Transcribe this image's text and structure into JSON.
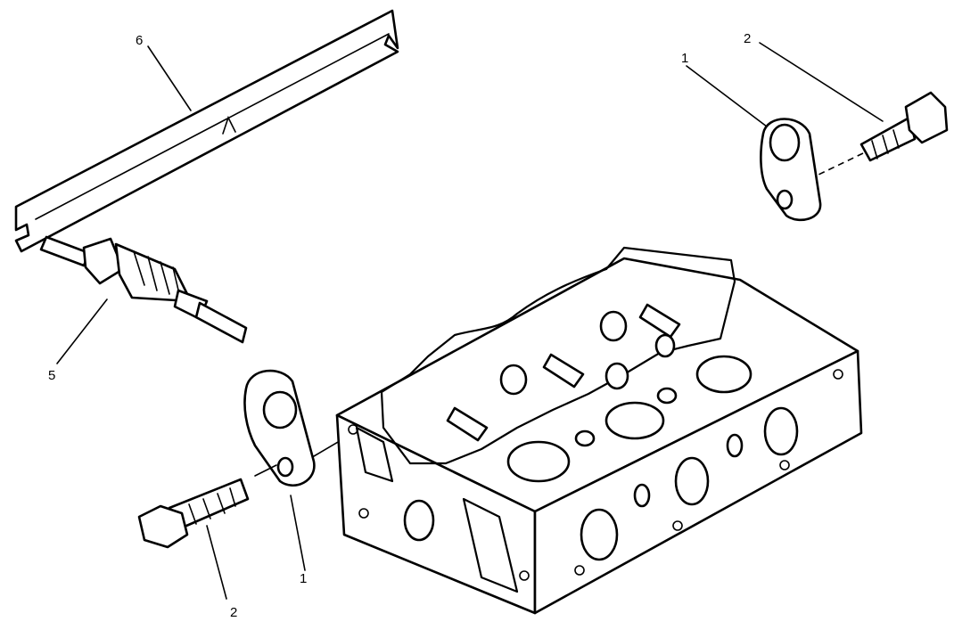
{
  "callouts": {
    "washer_right": "1",
    "bolt_right": "2",
    "glow_plug": "5",
    "bus_bar": "6",
    "washer_left": "1",
    "bolt_left": "2"
  },
  "colors": {
    "ink": "#000000",
    "paper": "#ffffff"
  }
}
